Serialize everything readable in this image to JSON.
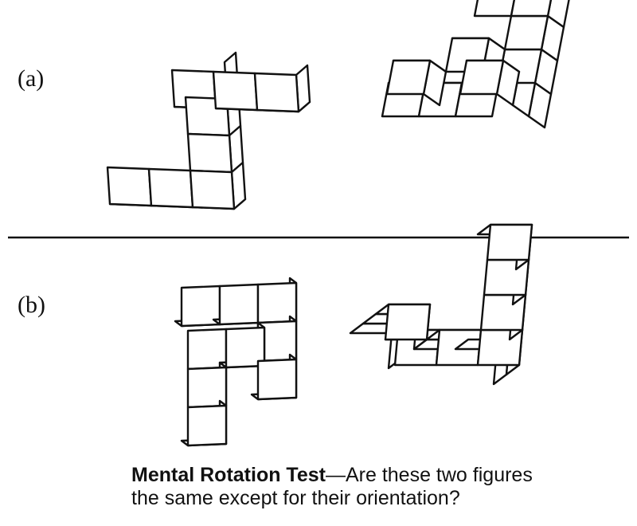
{
  "labels": {
    "a": "(a)",
    "b": "(b)"
  },
  "caption": {
    "title": "Mental Rotation Test",
    "dash": "—",
    "line1": "Are these two figures",
    "line2": "the same except for their orientation?"
  },
  "colors": {
    "ink": "#111111",
    "background": "#ffffff"
  }
}
